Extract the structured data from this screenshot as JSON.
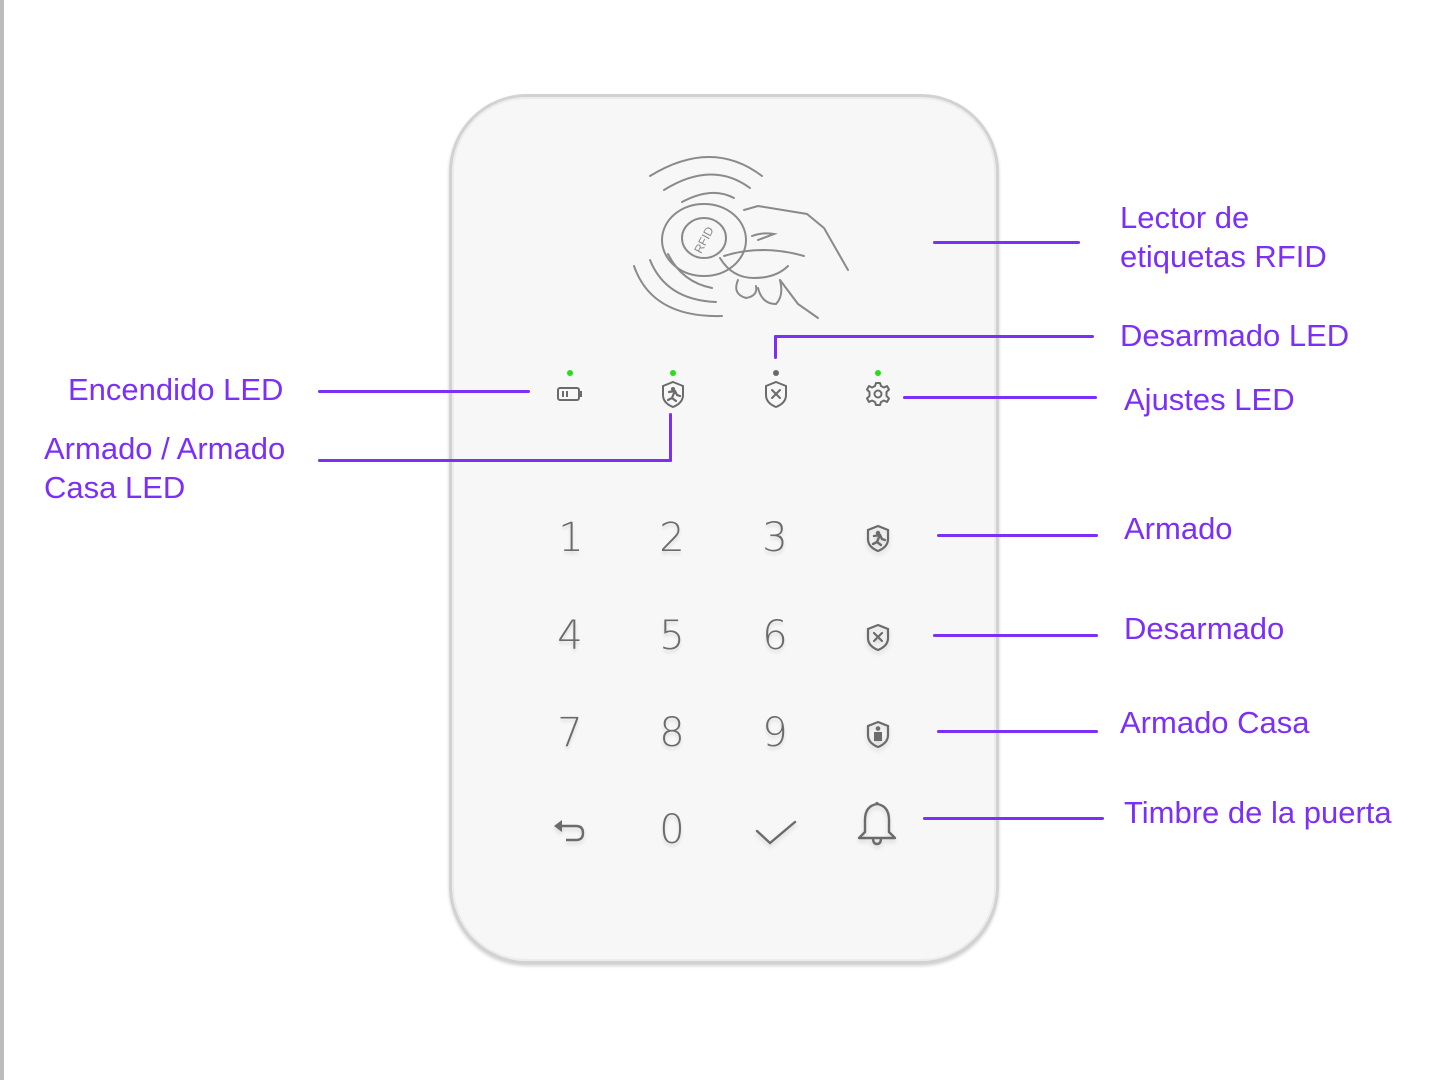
{
  "colors": {
    "annotation": "#7b2ff7",
    "led_on": "#22e01a",
    "led_off": "#6a6a6a",
    "icon": "#6b6b6b",
    "device_body": "#f7f7f7"
  },
  "device": {
    "rfid_area": {
      "icon": "rfid-card-tap-icon",
      "text": "RFID"
    },
    "leds": [
      {
        "id": "power",
        "icon": "battery-icon",
        "state": "on"
      },
      {
        "id": "armed",
        "icon": "shield-running-person-icon",
        "state": "on"
      },
      {
        "id": "disarmed",
        "icon": "shield-x-icon",
        "state": "off"
      },
      {
        "id": "settings",
        "icon": "gear-icon",
        "state": "on"
      }
    ],
    "keypad": {
      "keys": [
        "1",
        "2",
        "3",
        "4",
        "5",
        "6",
        "7",
        "8",
        "9",
        "0"
      ],
      "function_keys": [
        {
          "id": "back",
          "icon": "back-arrow-icon"
        },
        {
          "id": "confirm",
          "icon": "checkmark-icon"
        },
        {
          "id": "arm",
          "icon": "shield-running-person-icon"
        },
        {
          "id": "disarm",
          "icon": "shield-x-icon"
        },
        {
          "id": "home-arm",
          "icon": "shield-person-icon"
        },
        {
          "id": "doorbell",
          "icon": "bell-icon"
        }
      ]
    }
  },
  "labels": {
    "rfid_reader_line1": "Lector de",
    "rfid_reader_line2": "etiquetas RFID",
    "disarmed_led": "Desarmado LED",
    "settings_led": "Ajustes LED",
    "power_led": "Encendido LED",
    "armed_led_line1": "Armado / Armado",
    "armed_led_line2": "Casa LED",
    "arm": "Armado",
    "disarm": "Desarmado",
    "home_arm": "Armado Casa",
    "doorbell": "Timbre de la puerta"
  }
}
